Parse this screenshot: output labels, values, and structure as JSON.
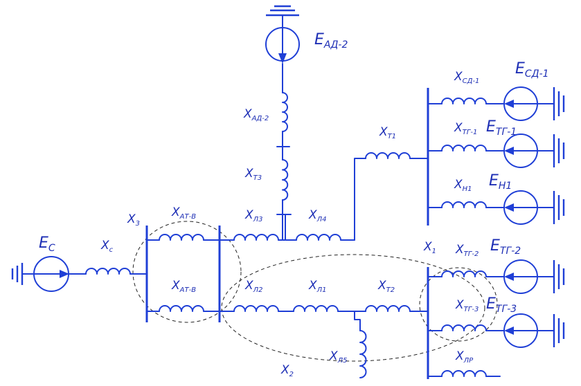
{
  "sources": {
    "ead2": {
      "main": "E",
      "sub": "АД-2"
    },
    "esd1": {
      "main": "E",
      "sub": "СД-1"
    },
    "etg1": {
      "main": "E",
      "sub": "ТГ-1"
    },
    "en1": {
      "main": "E",
      "sub": "Н1"
    },
    "ec": {
      "main": "E",
      "sub": "С"
    },
    "etg2": {
      "main": "E",
      "sub": "ТГ-2"
    },
    "etg3": {
      "main": "E",
      "sub": "ТГ-3"
    }
  },
  "reactances": {
    "xsd1": {
      "main": "X",
      "sub": "СД-1"
    },
    "xad2": {
      "main": "X",
      "sub": "АД-2"
    },
    "xt1": {
      "main": "X",
      "sub": "Т1"
    },
    "xtg1": {
      "main": "X",
      "sub": "ТГ-1"
    },
    "xt3": {
      "main": "X",
      "sub": "Т3"
    },
    "xh1": {
      "main": "X",
      "sub": "Н1"
    },
    "xat_top": {
      "main": "X",
      "sub": "АТ-В"
    },
    "xl3": {
      "main": "X",
      "sub": "Л3"
    },
    "xl4": {
      "main": "X",
      "sub": "Л4"
    },
    "xc": {
      "main": "X",
      "sub": "с"
    },
    "xtg2": {
      "main": "X",
      "sub": "ТГ-2"
    },
    "xat_bot": {
      "main": "X",
      "sub": "АТ-В"
    },
    "xl2": {
      "main": "X",
      "sub": "Л2"
    },
    "xl1": {
      "main": "X",
      "sub": "Л1"
    },
    "xt2": {
      "main": "X",
      "sub": "Т2"
    },
    "xtg3": {
      "main": "X",
      "sub": "ТГ-3"
    },
    "xl5": {
      "main": "X",
      "sub": "Л5"
    },
    "xlr": {
      "main": "X",
      "sub": "ЛР"
    }
  },
  "group_labels": {
    "x3": {
      "main": "X",
      "sub": "3"
    },
    "x1": {
      "main": "X",
      "sub": "1"
    },
    "x2": {
      "main": "X",
      "sub": "2"
    }
  }
}
